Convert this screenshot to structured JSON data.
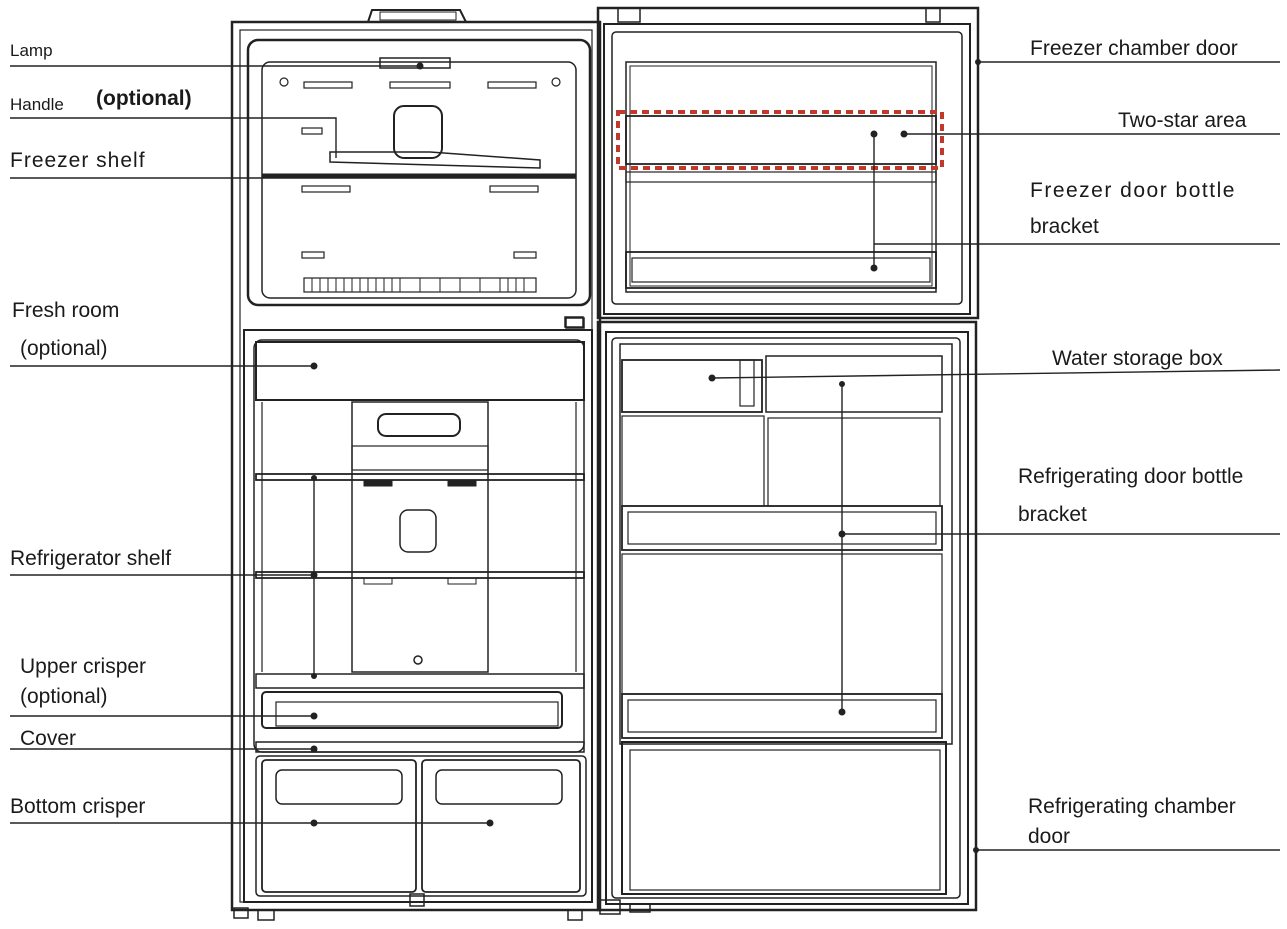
{
  "labels": {
    "lamp": "Lamp",
    "handle": "Handle",
    "handle_opt": "(optional)",
    "freezer_shelf": "Freezer shelf",
    "fresh_room": "Fresh room",
    "fresh_room_opt": "(optional)",
    "refrigerator_shelf": "Refrigerator shelf",
    "upper_crisper_1": "Upper crisper",
    "upper_crisper_2": "(optional)",
    "cover": "Cover",
    "bottom_crisper": "Bottom crisper",
    "freezer_chamber_door": "Freezer chamber door",
    "two_star_area": "Two-star area",
    "freezer_door_bottle_1": "Freezer door bottle",
    "freezer_door_bottle_2": "bracket",
    "water_storage_box": "Water storage box",
    "refrig_door_bottle_1": "Refrigerating door bottle",
    "refrig_door_bottle_2": "bracket",
    "refrig_chamber_door_1": "Refrigerating chamber",
    "refrig_chamber_door_2": "door"
  },
  "colors": {
    "line": "#222222",
    "highlight_dash": "#c0392b"
  }
}
